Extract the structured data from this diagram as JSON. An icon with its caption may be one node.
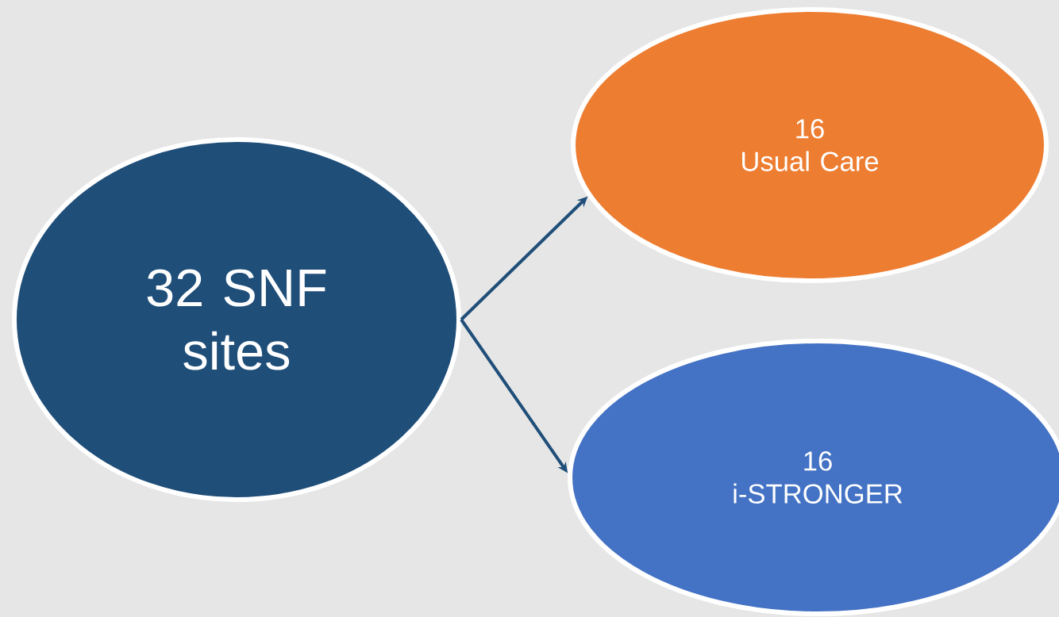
{
  "diagram": {
    "nodes": [
      {
        "text": [
          "32 SNF sites"
        ]
      },
      {
        "text": [
          "16",
          "Usual Care"
        ]
      },
      {
        "text": [
          "16",
          "i-STRONGER"
        ]
      }
    ],
    "edges": [
      {
        "from": 0,
        "to": 1,
        "arrow": "to"
      },
      {
        "from": 0,
        "to": 2,
        "arrow": "to"
      }
    ]
  }
}
